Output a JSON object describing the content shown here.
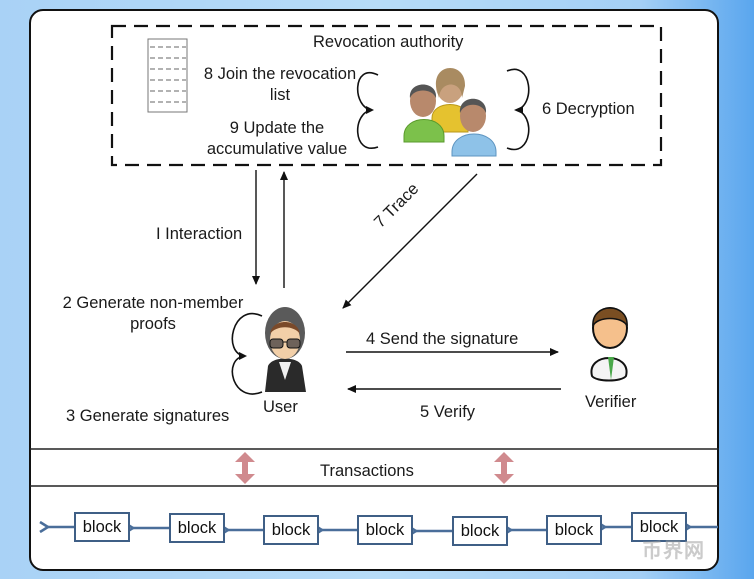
{
  "revocation_authority": {
    "title": "Revocation authority",
    "step8": [
      "8 Join the revocation",
      "list"
    ],
    "step9": [
      "9 Update the",
      "accumulative value"
    ],
    "step6": "6 Decryption"
  },
  "flows": {
    "interaction": "I Interaction",
    "trace": "7 Trace",
    "step2": [
      "2 Generate non-member",
      "proofs"
    ],
    "step3": "3 Generate signatures",
    "send_signature": "4 Send the signature",
    "verify": "5 Verify"
  },
  "actors": {
    "user": "User",
    "verifier": "Verifier"
  },
  "ledger": {
    "transactions": "Transactions",
    "blocks": [
      "block",
      "block",
      "block",
      "block",
      "block",
      "block",
      "block"
    ]
  },
  "colors": {
    "block_border": "#3f5f86",
    "chain_arrow": "#4a6e9a",
    "transaction_arrow": "#d08a8e"
  },
  "watermark": "币界网"
}
